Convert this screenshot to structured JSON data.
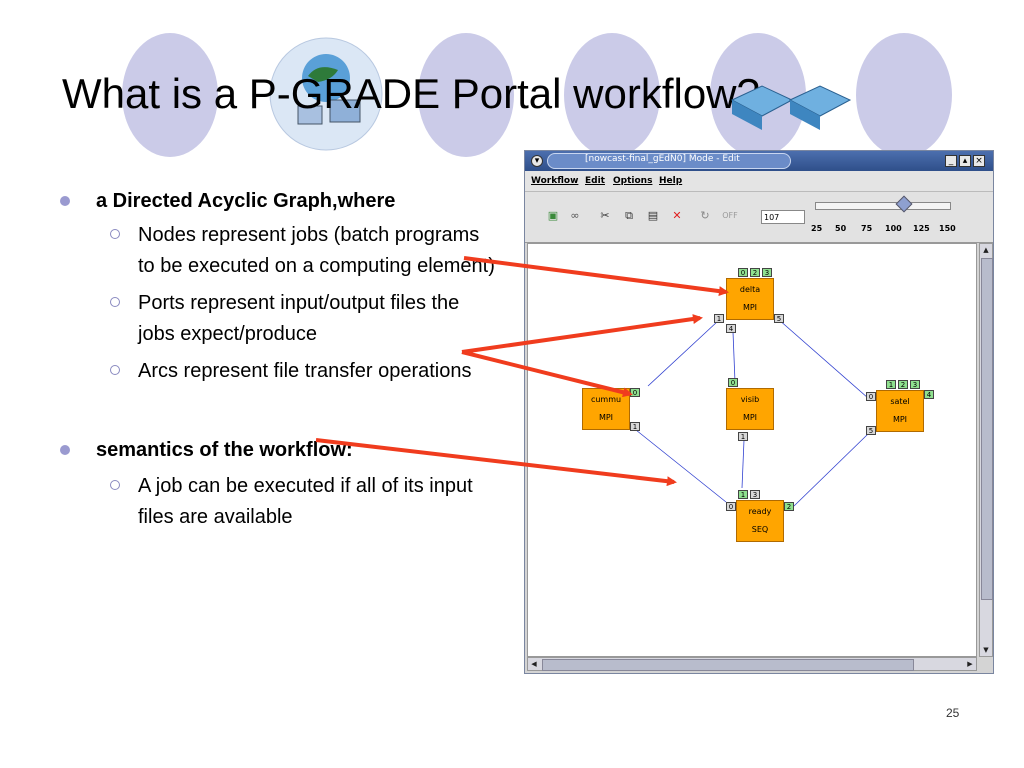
{
  "slide": {
    "title": "What is a P-GRADE Portal workflow?",
    "number": "25"
  },
  "bullets": [
    {
      "text": "a Directed Acyclic Graph,where",
      "sub": [
        "Nodes represent jobs (batch programs to be executed on a computing element)",
        "Ports represent input/output files the jobs expect/produce",
        "Arcs represent file transfer operations"
      ]
    },
    {
      "text": "semantics of the workflow:",
      "sub": [
        "A job can be executed if all of its input files are available"
      ]
    }
  ],
  "window": {
    "title": "[nowcast-final_gEdN0]  Mode - Edit",
    "menu": [
      "Workflow",
      "Edit",
      "Options",
      "Help"
    ],
    "toolbar": {
      "zoom_value": "107",
      "off_label": "OFF",
      "ticks": [
        "25",
        "50",
        "75",
        "100",
        "125",
        "150"
      ]
    },
    "zoom_level": 107
  },
  "jobs": [
    {
      "name": "delta",
      "type": "MPI"
    },
    {
      "name": "cummu",
      "type": "MPI"
    },
    {
      "name": "visib",
      "type": "MPI"
    },
    {
      "name": "satel",
      "type": "MPI"
    },
    {
      "name": "ready",
      "type": "SEQ"
    }
  ],
  "ports": {
    "delta": [
      "0",
      "2",
      "3",
      "1",
      "5",
      "4"
    ],
    "cummu": [
      "0",
      "1"
    ],
    "visib": [
      "0",
      "1"
    ],
    "satel": [
      "1",
      "2",
      "3",
      "0",
      "4",
      "5"
    ],
    "ready": [
      "1",
      "3",
      "0",
      "2"
    ]
  },
  "colors": {
    "job": "#ffa500",
    "output_port": "#8fe08f",
    "input_port": "#d8d8d8",
    "arrow": "#f03c1e",
    "bullet": "#9a9ad0",
    "arc": "#3040d0"
  },
  "icons": [
    "globe-icon",
    "network-computers-icon"
  ]
}
